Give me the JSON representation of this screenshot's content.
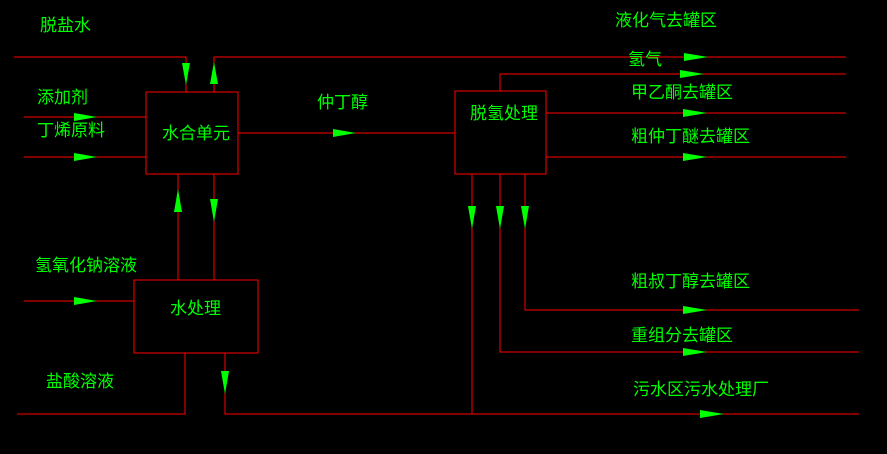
{
  "colors": {
    "background": "#000000",
    "lines": "#ff0000",
    "arrows": "#00ff00",
    "text": "#00ff00"
  },
  "inputs": {
    "desalted_water": "脱盐水",
    "additive": "添加剂",
    "butene_feed": "丁烯原料",
    "naoh_solution": "氢氧化钠溶液",
    "hcl_solution": "盐酸溶液"
  },
  "units": {
    "hydration": "水合单元",
    "water_treatment": "水处理",
    "dehydrogenation": "脱氢处理"
  },
  "streams": {
    "sec_butanol": "仲丁醇"
  },
  "outputs": {
    "lpg": "液化气去罐区",
    "hydrogen": "氢气",
    "mek": "甲乙酮去罐区",
    "crude_sbe": "粗仲丁醚去罐区",
    "crude_tba": "粗叔丁醇去罐区",
    "heavy_ends": "重组分去罐区",
    "wastewater": "污水区污水处理厂"
  }
}
